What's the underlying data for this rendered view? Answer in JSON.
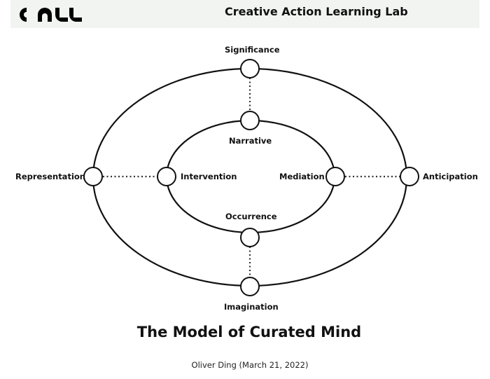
{
  "header": {
    "brand": "Creative Action Learning Lab",
    "logo_text": "CALL"
  },
  "nodes": {
    "significance": "Significance",
    "narrative": "Narrative",
    "representation": "Representation",
    "intervention": "Intervention",
    "mediation": "Mediation",
    "anticipation": "Anticipation",
    "occurrence": "Occurrence",
    "imagination": "Imagination"
  },
  "title": "The Model of Curated Mind",
  "author": "Oliver Ding (March 21, 2022)"
}
